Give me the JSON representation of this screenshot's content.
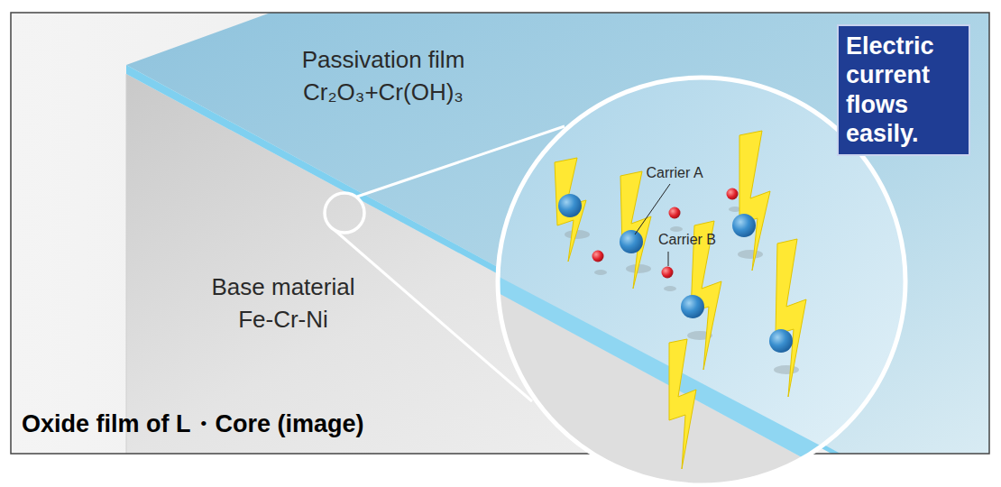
{
  "diagram": {
    "caption": "Oxide film of L・Core (image)",
    "nodes": [
      {
        "text": [
          "Electric current flows easily."
        ]
      }
    ],
    "labels": [
      "Passivation film",
      "Cr₂O₃+Cr(OH)₃",
      "Base material",
      "Fe-Cr-Ni",
      "Carrier A",
      "Carrier B"
    ]
  }
}
